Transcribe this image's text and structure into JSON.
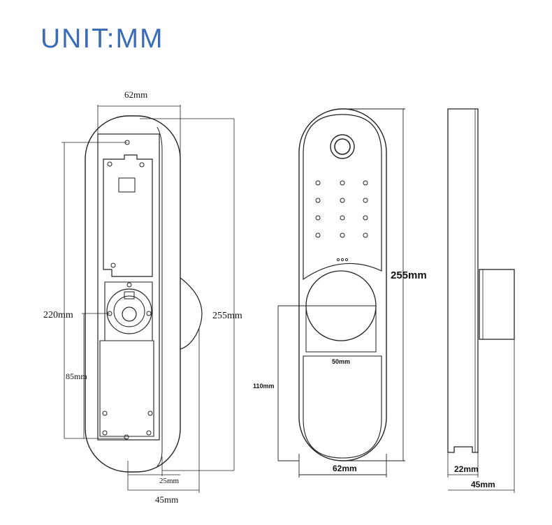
{
  "title": "UNIT:MM",
  "back_view": {
    "width_label": "62mm",
    "height_label": "255mm",
    "inner_height_label": "220mm",
    "spindle_offset_label": "85mm",
    "thickness_label": "45mm",
    "base_label": "25mm"
  },
  "front_view": {
    "height_label": "255mm",
    "handle_width_label": "50mm",
    "handle_offset_label": "110mm",
    "width_label": "62mm"
  },
  "side_view": {
    "depth_label": "22mm",
    "thickness_label": "45mm"
  }
}
